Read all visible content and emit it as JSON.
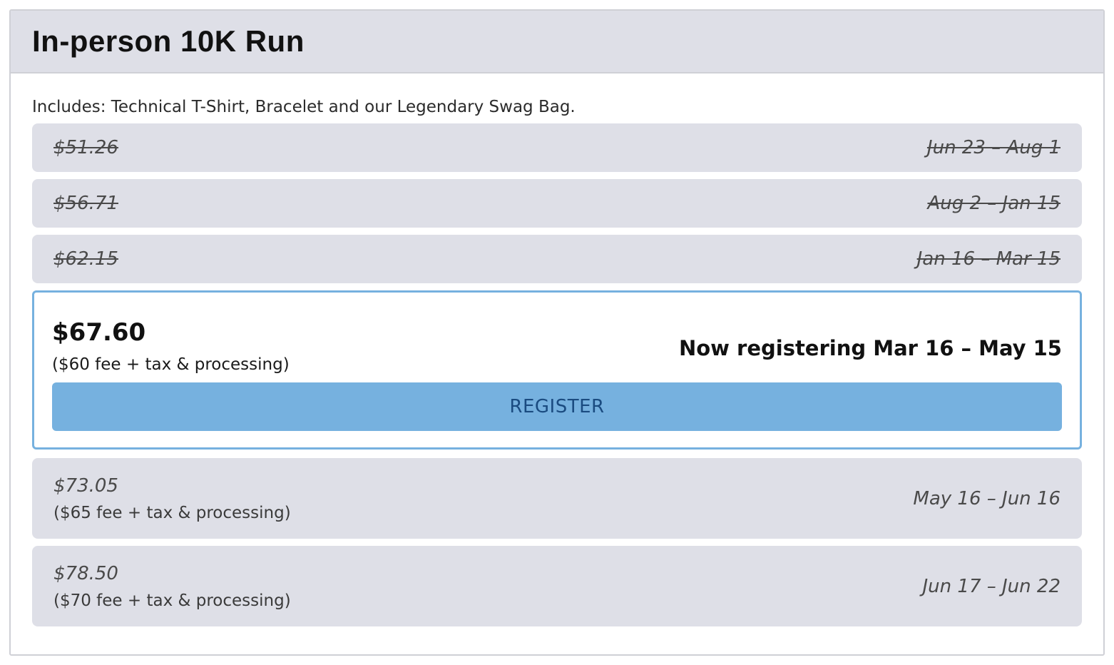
{
  "event": {
    "title": "In-person 10K Run",
    "includes": "Includes: Technical T-Shirt, Bracelet and our Legendary Swag Bag."
  },
  "tiers": {
    "past": [
      {
        "price": "$51.26",
        "dates": "Jun 23 – Aug 1"
      },
      {
        "price": "$56.71",
        "dates": "Aug 2 – Jan 15"
      },
      {
        "price": "$62.15",
        "dates": "Jan 16 – Mar 15"
      }
    ],
    "current": {
      "price": "$67.60",
      "fee": "($60 fee + tax & processing)",
      "status": "Now registering Mar 16 – May 15",
      "button_label": "REGISTER"
    },
    "future": [
      {
        "price": "$73.05",
        "fee": "($65 fee + tax & processing)",
        "dates": "May 16 – Jun 16"
      },
      {
        "price": "$78.50",
        "fee": "($70 fee + tax & processing)",
        "dates": "Jun 17 – Jun 22"
      }
    ]
  },
  "colors": {
    "header_bg": "#dedfe7",
    "tier_bg": "#dedfe7",
    "accent": "#76b1df",
    "button_text": "#1a4b80"
  }
}
